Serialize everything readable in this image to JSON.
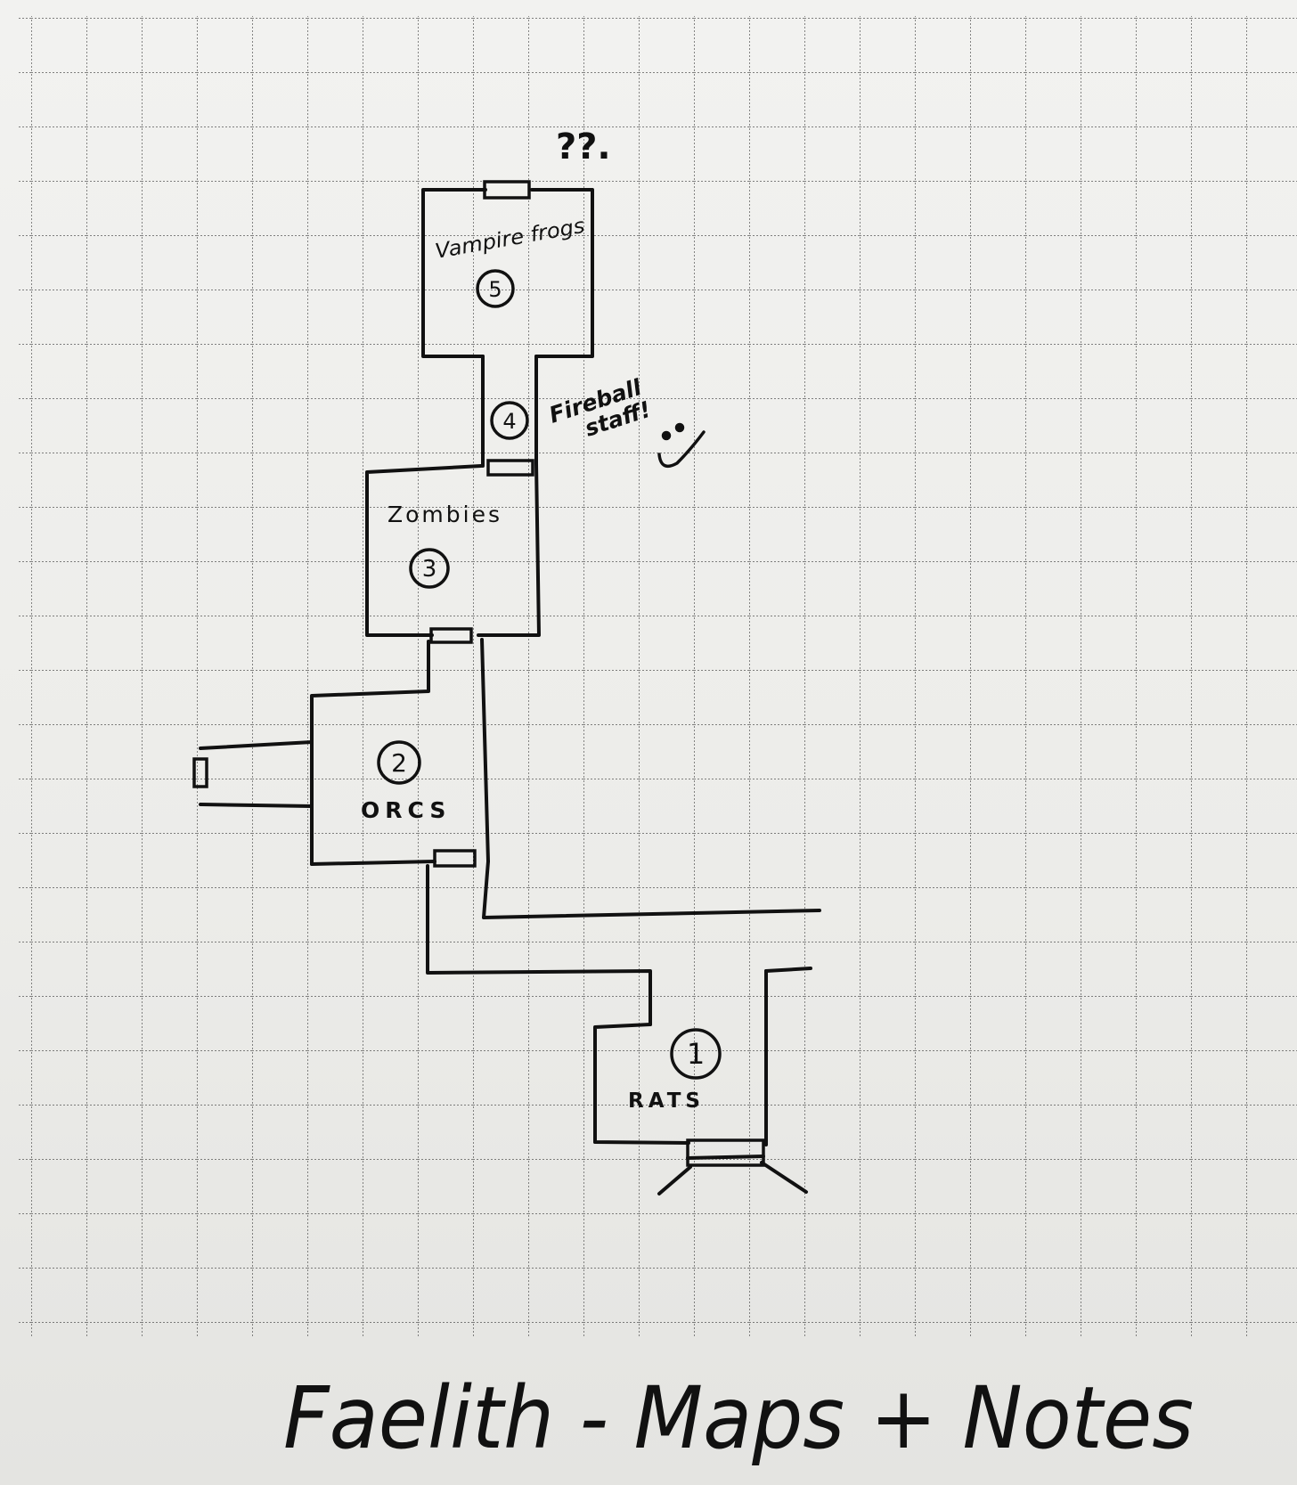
{
  "rooms": [
    {
      "number": "1",
      "label": "RATS"
    },
    {
      "number": "2",
      "label": "ORCS"
    },
    {
      "number": "3",
      "label": "Zombies"
    },
    {
      "number": "4",
      "label": ""
    },
    {
      "number": "5",
      "label": "Vampire frogs"
    }
  ],
  "notes": {
    "question_marks": "??.",
    "fireball_line1": "Fireball",
    "fireball_line2": "staff!",
    "smiley": ":)"
  },
  "footer": {
    "title": "Faelith - Maps + Notes"
  }
}
